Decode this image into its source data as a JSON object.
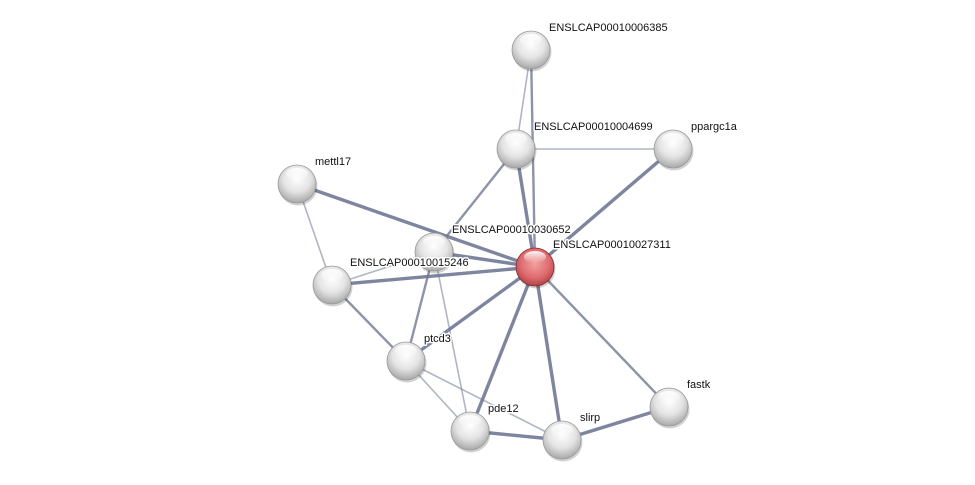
{
  "network": {
    "colors": {
      "edge": "#707893",
      "node": "#e6e6e6",
      "query_node": "#d9585c"
    },
    "nodes": [
      {
        "id": "n6385",
        "label": "ENSLCAP00010006385",
        "query": false
      },
      {
        "id": "n4699",
        "label": "ENSLCAP00010004699",
        "query": false
      },
      {
        "id": "ppargc1a",
        "label": "ppargc1a",
        "query": false
      },
      {
        "id": "mettl17",
        "label": "mettl17",
        "query": false
      },
      {
        "id": "n30652",
        "label": "ENSLCAP00010030652",
        "query": false
      },
      {
        "id": "n27311",
        "label": "ENSLCAP00010027311",
        "query": true
      },
      {
        "id": "n15246",
        "label": "ENSLCAP00010015246",
        "query": false
      },
      {
        "id": "ptcd3",
        "label": "ptcd3",
        "query": false
      },
      {
        "id": "fastk",
        "label": "fastk",
        "query": false
      },
      {
        "id": "pde12",
        "label": "pde12",
        "query": false
      },
      {
        "id": "slirp",
        "label": "slirp",
        "query": false
      }
    ],
    "edges": [
      {
        "a": "n6385",
        "b": "n4699",
        "strength": "weak"
      },
      {
        "a": "n6385",
        "b": "n27311",
        "strength": "medium"
      },
      {
        "a": "n4699",
        "b": "ppargc1a",
        "strength": "weak"
      },
      {
        "a": "n4699",
        "b": "n27311",
        "strength": "strong"
      },
      {
        "a": "n4699",
        "b": "n30652",
        "strength": "medium"
      },
      {
        "a": "ppargc1a",
        "b": "n27311",
        "strength": "strong"
      },
      {
        "a": "mettl17",
        "b": "n27311",
        "strength": "strong"
      },
      {
        "a": "mettl17",
        "b": "n15246",
        "strength": "weak"
      },
      {
        "a": "n30652",
        "b": "n27311",
        "strength": "strong"
      },
      {
        "a": "n30652",
        "b": "n15246",
        "strength": "weak"
      },
      {
        "a": "n30652",
        "b": "ptcd3",
        "strength": "medium"
      },
      {
        "a": "n30652",
        "b": "pde12",
        "strength": "weak"
      },
      {
        "a": "n15246",
        "b": "n27311",
        "strength": "strong"
      },
      {
        "a": "n15246",
        "b": "ptcd3",
        "strength": "medium"
      },
      {
        "a": "ptcd3",
        "b": "n27311",
        "strength": "strong"
      },
      {
        "a": "ptcd3",
        "b": "pde12",
        "strength": "weak"
      },
      {
        "a": "ptcd3",
        "b": "slirp",
        "strength": "weak"
      },
      {
        "a": "n27311",
        "b": "pde12",
        "strength": "strong"
      },
      {
        "a": "n27311",
        "b": "slirp",
        "strength": "strong"
      },
      {
        "a": "n27311",
        "b": "fastk",
        "strength": "medium"
      },
      {
        "a": "pde12",
        "b": "slirp",
        "strength": "strong"
      },
      {
        "a": "slirp",
        "b": "fastk",
        "strength": "strong"
      }
    ]
  }
}
